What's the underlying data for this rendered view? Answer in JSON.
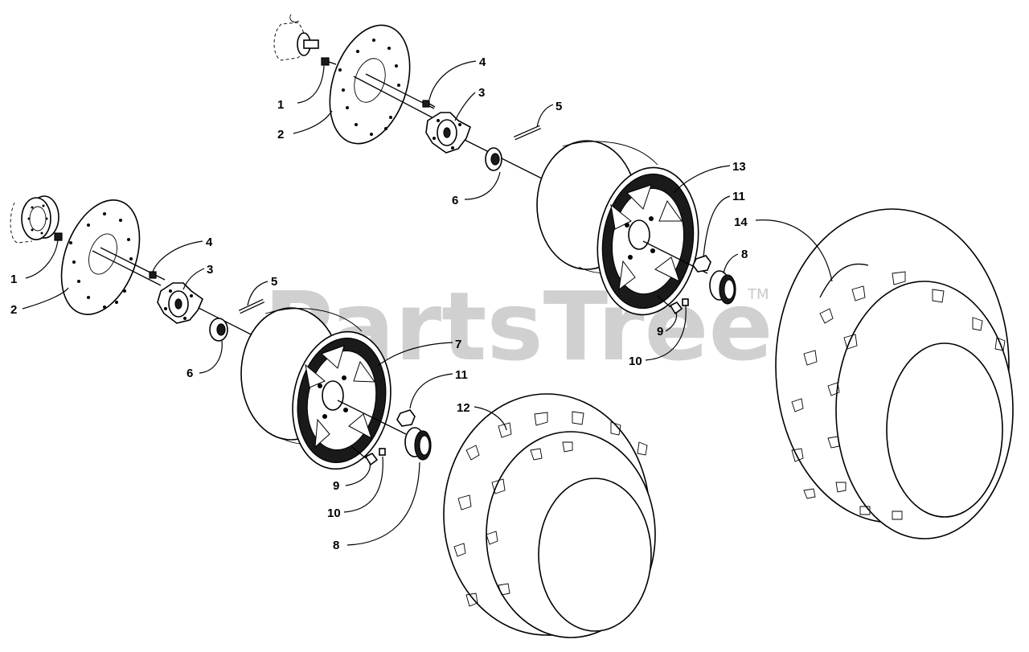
{
  "watermark": {
    "text": "PartsTree",
    "tm": "TM"
  },
  "callouts": {
    "upper": {
      "c1": "1",
      "c2": "2",
      "c3": "3",
      "c4": "4",
      "c5": "5",
      "c6": "6",
      "c13": "13",
      "c11": "11",
      "c8": "8",
      "c9": "9",
      "c10": "10",
      "c14": "14"
    },
    "lower": {
      "c1": "1",
      "c2": "2",
      "c3": "3",
      "c4": "4",
      "c5": "5",
      "c6": "6",
      "c7": "7",
      "c11": "11",
      "c12": "12",
      "c9": "9",
      "c10": "10",
      "c8": "8"
    }
  },
  "colors": {
    "line": "#000000",
    "watermark": "#c8c8c8",
    "background": "#ffffff"
  }
}
